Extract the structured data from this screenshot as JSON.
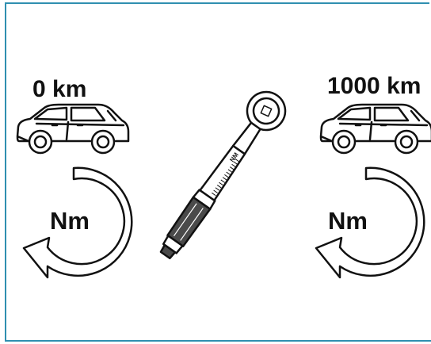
{
  "labels": {
    "left_distance": "0 km",
    "right_distance": "1000 km",
    "left_unit": "Nm",
    "right_unit": "Nm",
    "wrench_scale": "NM"
  },
  "colors": {
    "frame": "#2f8fb0",
    "ink": "#111111"
  },
  "icons": [
    "car-icon",
    "torque-wrench-icon",
    "rotation-arrow-icon"
  ]
}
